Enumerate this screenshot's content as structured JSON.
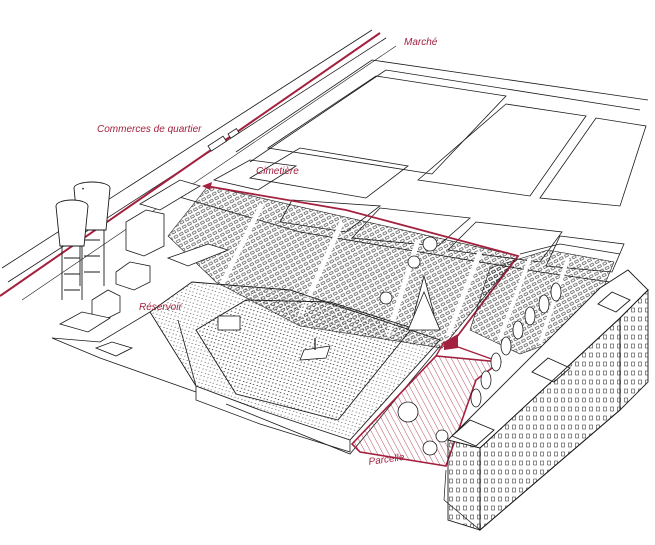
{
  "labels": {
    "marche": "Marché",
    "commerces": "Commerces de quartier",
    "cimetiere": "Cimetière",
    "reservoir": "Réservoir",
    "parcelle": "Parcelle"
  },
  "colors": {
    "ink": "#1a1a1a",
    "accent": "#a3213f",
    "paper": "#ffffff"
  }
}
